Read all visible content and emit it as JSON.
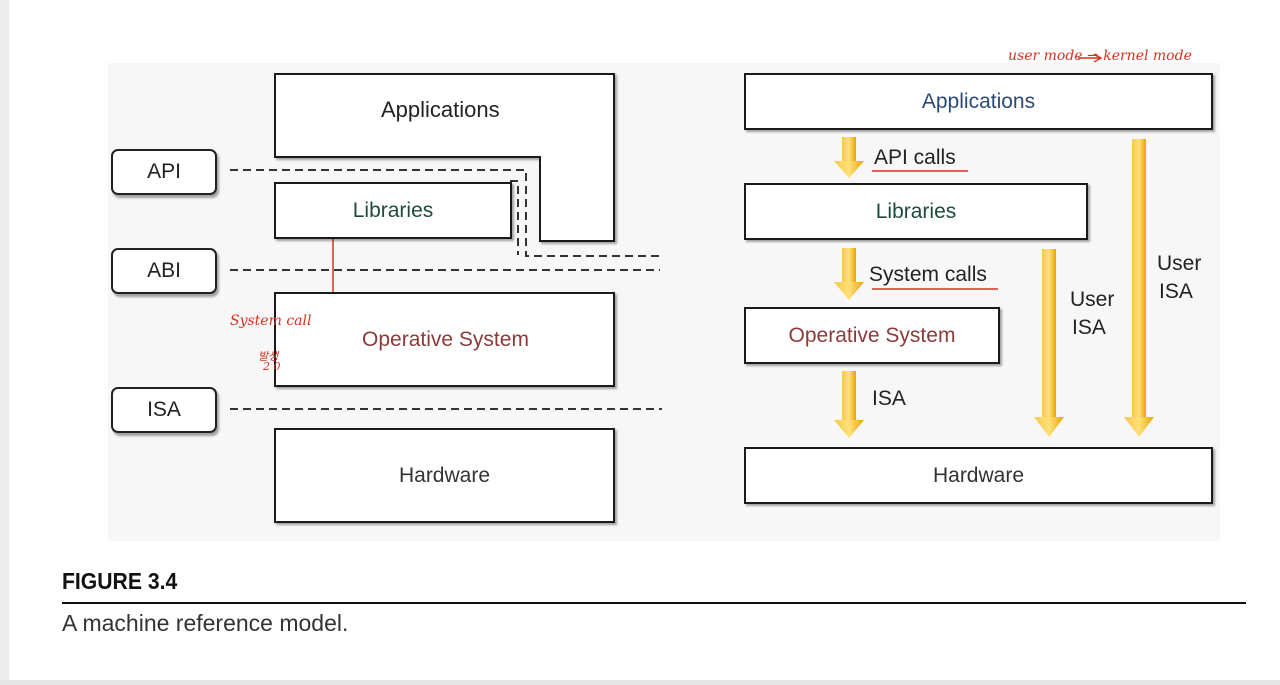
{
  "left_diagram": {
    "applications": "Applications",
    "libraries": "Libraries",
    "operative_system": "Operative System",
    "hardware": "Hardware",
    "interfaces": [
      "API",
      "ABI",
      "ISA"
    ]
  },
  "right_diagram": {
    "applications": "Applications",
    "libraries": "Libraries",
    "operative_system": "Operative System",
    "hardware": "Hardware",
    "api_calls": "API calls",
    "system_calls": "System calls",
    "isa": "ISA",
    "user_isa_inner": [
      "User",
      "ISA"
    ],
    "user_isa_outer": [
      "User",
      "ISA"
    ]
  },
  "annotations": {
    "mode_note": "user mode → kernel mode",
    "system_call_note": "System call",
    "korean_note_1": "발생",
    "korean_note_2": "2 0"
  },
  "colors": {
    "arrow_gold": "#f5b400",
    "annotation_red": "#d6321f"
  },
  "figure": {
    "title": "FIGURE 3.4",
    "caption": "A machine reference model."
  }
}
